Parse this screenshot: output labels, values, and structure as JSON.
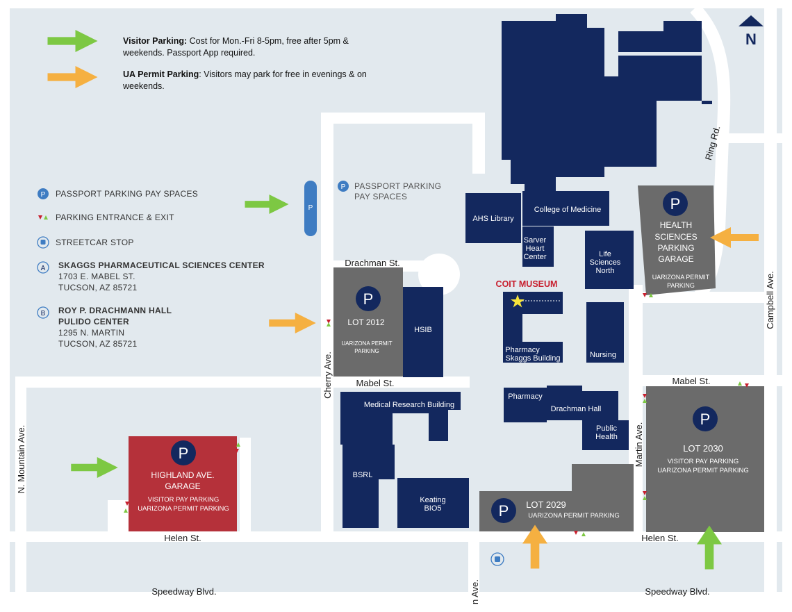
{
  "legend_top": {
    "visitor": {
      "bold": "Visitor Parking:",
      "text": "Cost for Mon.-Fri 8-5pm, free after 5pm & weekends. Passport App required.",
      "color": "#7dc843"
    },
    "permit": {
      "bold": "UA Permit Parking",
      "text": ": Visitors may park for free in evenings & on weekends.",
      "color": "#f5b041"
    }
  },
  "legend_side": {
    "passport": "PASSPORT PARKING PAY SPACES",
    "entrance": "PARKING ENTRANCE & EXIT",
    "streetcar": "STREETCAR STOP",
    "a_marker": "A",
    "a_line1": "SKAGGS PHARMACEUTICAL SCIENCES CENTER",
    "a_line2": "1703 E. MABEL ST.",
    "a_line3": "TUCSON, AZ 85721",
    "b_marker": "B",
    "b_line1": "ROY P. DRACHMANN HALL",
    "b_line2": "PULIDO CENTER",
    "b_line3": "1295 N. MARTIN",
    "b_line4": "TUCSON, AZ 85721"
  },
  "passport_label": {
    "line1": "PASSPORT PARKING",
    "line2": "PAY SPACES"
  },
  "north_label": "N",
  "p_symbol": "P",
  "streets": {
    "drachman": "Drachman St.",
    "mabel_w": "Mabel St.",
    "mabel_e": "Mabel St.",
    "helen_w": "Helen St.",
    "helen_e": "Helen St.",
    "speedway_w": "Speedway Blvd.",
    "speedway_e": "Speedway Blvd.",
    "cherry": "Cherry Ave.",
    "mountain": "N. Mountain Ave.",
    "martin": "Martin Ave.",
    "campbell": "Campbell Ave.",
    "ring": "Ring Rd.",
    "bottom_ave": "n Ave."
  },
  "buildings": {
    "ahs": "AHS Library",
    "com": "College of Medicine",
    "sarver": [
      "Sarver",
      "Heart",
      "Center"
    ],
    "life": [
      "Life",
      "Sciences",
      "North"
    ],
    "hsib": "HSIB",
    "pharm_skaggs": [
      "Pharmacy",
      "Skaggs Building"
    ],
    "nursing": "Nursing",
    "pharmacy": "Pharmacy",
    "drachman_hall": "Drachman Hall",
    "public_health": [
      "Public",
      "Health"
    ],
    "mrb": "Medical Research Building",
    "bsrl": "BSRL",
    "keating": [
      "Keating",
      "BIO5"
    ]
  },
  "museum": "COIT MUSEUM",
  "lots": {
    "lot2012": {
      "name": "LOT 2012",
      "sub": [
        "UARIZONA PERMIT",
        "PARKING"
      ]
    },
    "hsg": {
      "name": [
        "HEALTH",
        "SCIENCES",
        "PARKING",
        "GARAGE"
      ],
      "sub": [
        "UARIZONA PERMIT",
        "PARKING"
      ]
    },
    "lot2030": {
      "name": "LOT 2030",
      "sub": [
        "VISITOR PAY PARKING",
        "UARIZONA PERMIT PARKING"
      ]
    },
    "lot2029": {
      "name": "LOT 2029",
      "sub": "UARIZONA PERMIT PARKING"
    },
    "highland": {
      "name": [
        "HIGHLAND AVE.",
        "GARAGE"
      ],
      "sub": [
        "VISITOR PAY PARKING",
        "UARIZONA  PERMIT PARKING"
      ]
    }
  },
  "colors": {
    "background": "#e2e9ee",
    "road": "#ffffff",
    "building": "#13285e",
    "lot_gray": "#6b6b6b",
    "garage_red": "#b5313a",
    "arrow_green": "#7dc843",
    "arrow_orange": "#f5b041",
    "museum_red": "#c8202f",
    "star": "#f5e33b",
    "passport_blue": "#3e7cc2"
  }
}
